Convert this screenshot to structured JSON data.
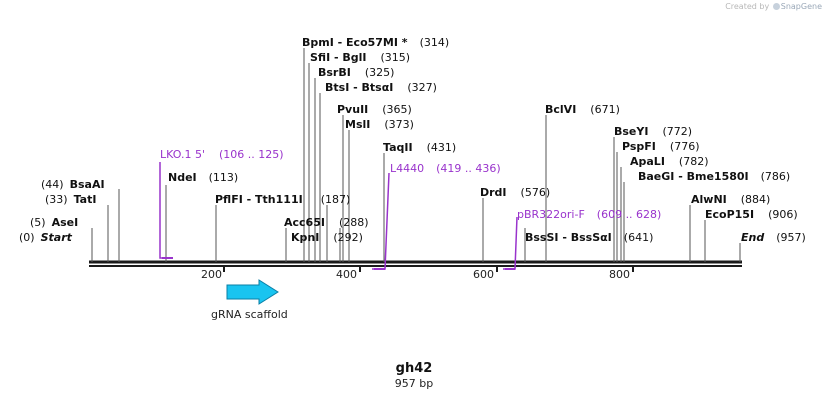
{
  "credit": {
    "prefix": "Created by",
    "brand": "SnapGene"
  },
  "plasmid": {
    "name": "gh42",
    "length_label": "957 bp"
  },
  "colors": {
    "backbone": "#1a1a1a",
    "primer": "#9933cc",
    "feature_fill": "#19c4f0",
    "feature_stroke": "#0a7fa6"
  },
  "ends": [
    {
      "name": "Start",
      "pos_label": "(0)"
    },
    {
      "name": "End",
      "pos_label": "(957)"
    }
  ],
  "sites": [
    {
      "name": "AseI",
      "pos_label": "(5)"
    },
    {
      "name": "TatI",
      "pos_label": "(33)"
    },
    {
      "name": "BsaAI",
      "pos_label": "(44)"
    },
    {
      "name": "NdeI",
      "pos_label": "(113)"
    },
    {
      "name": "PflFI - Tth111I",
      "pos_label": "(187)"
    },
    {
      "name": "Acc65I",
      "pos_label": "(288)"
    },
    {
      "name": "KpnI",
      "pos_label": "(292)"
    },
    {
      "name": "BpmI - Eco57MI *",
      "pos_label": "(314)"
    },
    {
      "name": "SfiI - BglI",
      "pos_label": "(315)"
    },
    {
      "name": "BsrBI",
      "pos_label": "(325)"
    },
    {
      "name": "BtsI - BtsαI",
      "pos_label": "(327)"
    },
    {
      "name": "PvuII",
      "pos_label": "(365)"
    },
    {
      "name": "MslI",
      "pos_label": "(373)"
    },
    {
      "name": "TaqII",
      "pos_label": "(431)"
    },
    {
      "name": "DrdI",
      "pos_label": "(576)"
    },
    {
      "name": "BclVI",
      "pos_label": "(671)"
    },
    {
      "name": "BssSI - BssSαI",
      "pos_label": "(641)"
    },
    {
      "name": "BseYI",
      "pos_label": "(772)"
    },
    {
      "name": "PspFI",
      "pos_label": "(776)"
    },
    {
      "name": "ApaLI",
      "pos_label": "(782)"
    },
    {
      "name": "BaeGI - Bme1580I",
      "pos_label": "(786)"
    },
    {
      "name": "AlwNI",
      "pos_label": "(884)"
    },
    {
      "name": "EcoP15I",
      "pos_label": "(906)"
    }
  ],
  "primers": [
    {
      "name": "LKO.1 5'",
      "range_label": "(106 .. 125)",
      "start": 106,
      "end": 125
    },
    {
      "name": "L4440",
      "range_label": "(419 .. 436)",
      "start": 419,
      "end": 436
    },
    {
      "name": "pBR322ori-F",
      "range_label": "(609 .. 628)",
      "start": 609,
      "end": 628
    }
  ],
  "features": [
    {
      "name": "gRNA scaffold",
      "start": 200,
      "end": 276,
      "direction": "forward"
    }
  ],
  "ruler": {
    "ticks": [
      "200",
      "400",
      "600",
      "800"
    ]
  }
}
